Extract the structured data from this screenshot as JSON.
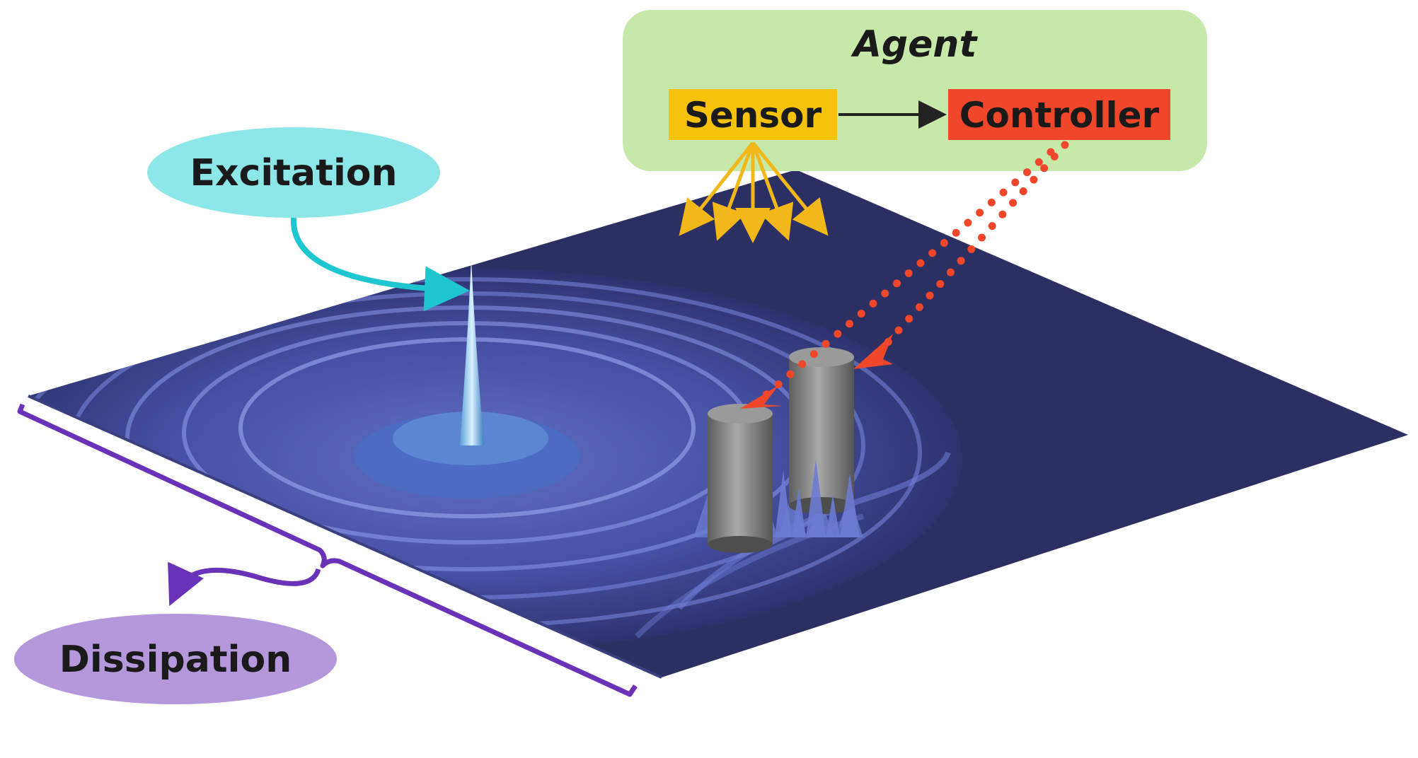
{
  "agent": {
    "title": "Agent",
    "sensor_label": "Sensor",
    "controller_label": "Controller"
  },
  "labels": {
    "excitation": "Excitation",
    "dissipation": "Dissipation"
  },
  "colors": {
    "agent_box": "#c6e8a8",
    "sensor": "#f7c20a",
    "controller": "#f0472a",
    "excitation_bubble": "#8de7e9",
    "excitation_arrow": "#1fc6cf",
    "dissipation_bubble": "#b598dc",
    "dissipation_bracket": "#6a32b8",
    "sensor_rays": "#f2b81a",
    "control_dots": "#f0472a",
    "surface": "#2b2f62",
    "waves": "#5a68c6",
    "pillars": "#8a8a8a"
  }
}
